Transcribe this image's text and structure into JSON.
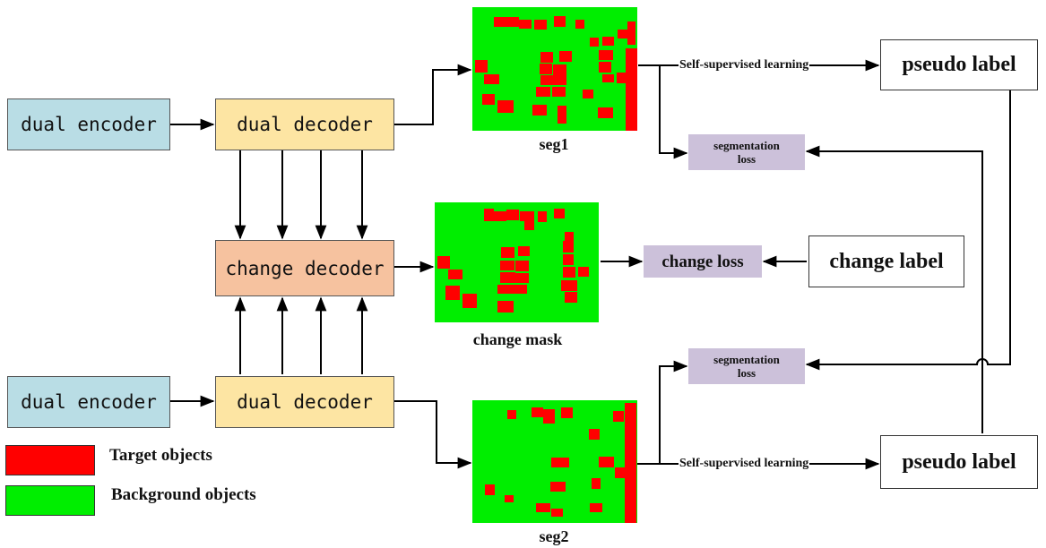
{
  "blocks": {
    "encoder_top": "dual encoder",
    "decoder_top": "dual decoder",
    "change_decoder": "change decoder",
    "encoder_bottom": "dual encoder",
    "decoder_bottom": "dual decoder"
  },
  "outputs": {
    "seg1": "seg1",
    "change_mask": "change mask",
    "seg2": "seg2"
  },
  "learning": {
    "top": "Self-supervised learning",
    "bottom": "Self-supervised learning"
  },
  "losses": {
    "seg_top_line1": "segmentation",
    "seg_top_line2": "loss",
    "change": "change loss",
    "seg_bottom_line1": "segmentation",
    "seg_bottom_line2": "loss"
  },
  "labels": {
    "pseudo_top": "pseudo label",
    "change_label": "change label",
    "pseudo_bottom": "pseudo label"
  },
  "legend": {
    "target": "Target objects",
    "background": "Background objects"
  },
  "colors": {
    "target": "#ff0000",
    "background": "#00ee00",
    "encoder": "#b9dde5",
    "decoder": "#fde5a3",
    "change_decoder": "#f6c29f",
    "loss": "#ccc1da"
  }
}
